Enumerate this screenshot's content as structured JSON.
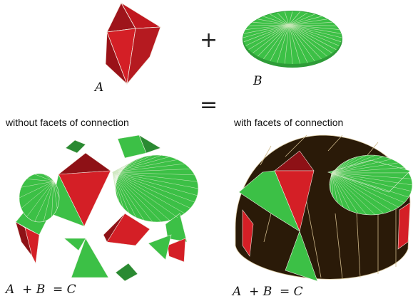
{
  "labels": {
    "a": "A",
    "b": "B",
    "plus": "+",
    "equals": "=",
    "caption_left": "without facets of connection",
    "caption_right": "with facets of connection",
    "eq_left": "A  + B  = C",
    "eq_right": "A  + B  = C"
  },
  "colors": {
    "red_face": "#d41f26",
    "red_dark": "#8e1116",
    "green_face": "#3cc046",
    "green_light": "#6bd56d",
    "brown_face": "#2a1a08",
    "edge": "#f4f4e8"
  }
}
